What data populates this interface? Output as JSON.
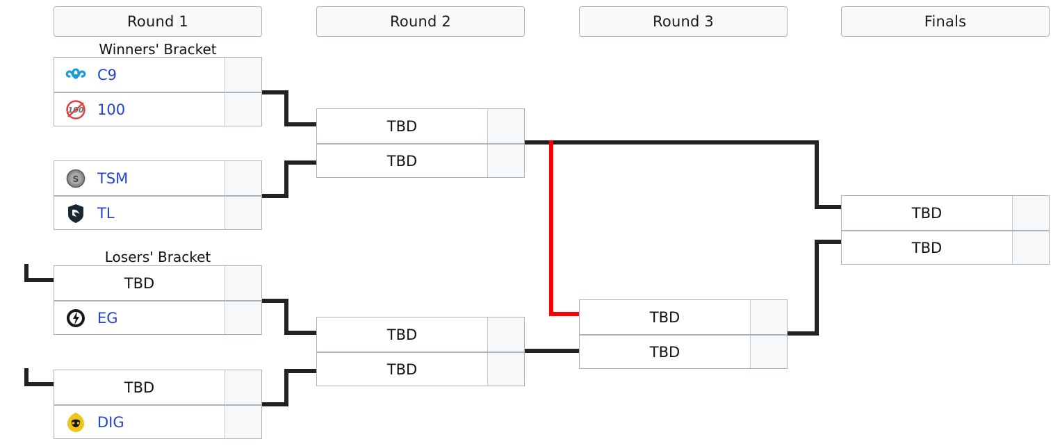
{
  "rounds": [
    {
      "label": "Round 1"
    },
    {
      "label": "Round 2"
    },
    {
      "label": "Round 3"
    },
    {
      "label": "Finals"
    }
  ],
  "sections": [
    {
      "label": "Winners' Bracket"
    },
    {
      "label": "Losers' Bracket"
    }
  ],
  "tbd": "TBD",
  "colors": {
    "team_name": "#2244cc",
    "tbd_text": "#111111",
    "box_border": "#aab4bd",
    "score_bg": "#f6f8fa",
    "connector": "#222222",
    "connector_highlight": "#fa0000",
    "header_bg": "#f7f9fa"
  },
  "matches": {
    "r1_wb_1": {
      "teams": [
        {
          "name": "C9",
          "logo": "cloud9-logo",
          "score": ""
        },
        {
          "name": "100",
          "logo": "100-thieves-logo",
          "score": ""
        }
      ]
    },
    "r1_wb_2": {
      "teams": [
        {
          "name": "TSM",
          "logo": "tsm-logo",
          "score": ""
        },
        {
          "name": "TL",
          "logo": "team-liquid-logo",
          "score": ""
        }
      ]
    },
    "r1_lb_1": {
      "teams": [
        {
          "name": "TBD",
          "logo": "",
          "score": ""
        },
        {
          "name": "EG",
          "logo": "evil-geniuses-logo",
          "score": ""
        }
      ]
    },
    "r1_lb_2": {
      "teams": [
        {
          "name": "TBD",
          "logo": "",
          "score": ""
        },
        {
          "name": "DIG",
          "logo": "dignitas-logo",
          "score": ""
        }
      ]
    },
    "r2_top": {
      "teams": [
        {
          "name": "TBD",
          "logo": "",
          "score": ""
        },
        {
          "name": "TBD",
          "logo": "",
          "score": ""
        }
      ]
    },
    "r2_bottom": {
      "teams": [
        {
          "name": "TBD",
          "logo": "",
          "score": ""
        },
        {
          "name": "TBD",
          "logo": "",
          "score": ""
        }
      ]
    },
    "r3": {
      "teams": [
        {
          "name": "TBD",
          "logo": "",
          "score": ""
        },
        {
          "name": "TBD",
          "logo": "",
          "score": ""
        }
      ]
    },
    "finals": {
      "teams": [
        {
          "name": "TBD",
          "logo": "",
          "score": ""
        },
        {
          "name": "TBD",
          "logo": "",
          "score": ""
        }
      ]
    }
  }
}
